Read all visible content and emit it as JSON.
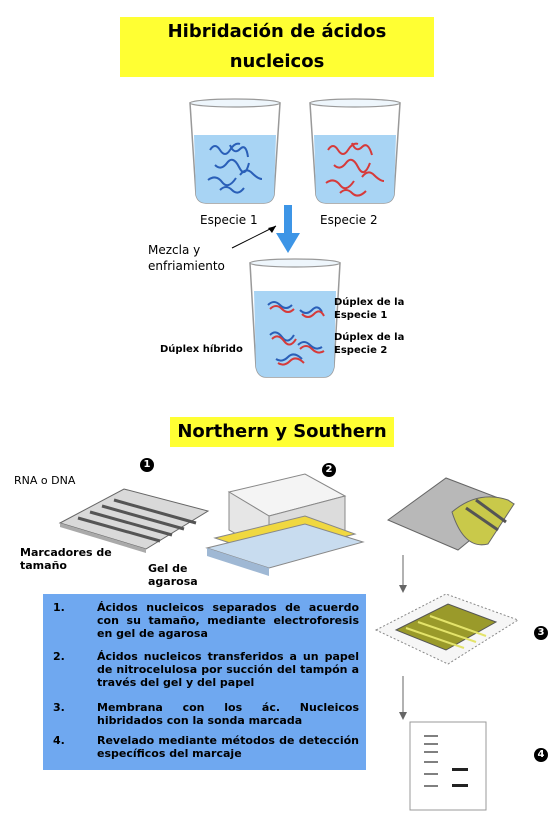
{
  "top": {
    "title": "Hibridación de ácidos nucleicos",
    "species1": "Especie 1",
    "species2": "Especie 2",
    "mix": "Mezcla y\nenfriamiento",
    "duplex1": "Dúplex de la\nEspecie 1",
    "duplex2": "Dúplex de la\nEspecie 2",
    "hybrid": "Dúplex híbrido"
  },
  "bottom": {
    "title": "Northern y Southern",
    "rna_dna": "RNA o DNA",
    "markers": "Marcadores de\ntamaño",
    "gel": "Gel de\nagarosa",
    "circle1": "1",
    "circle2": "2",
    "circle3": "3",
    "circle4": "4",
    "steps": [
      {
        "num": "1.",
        "text": "Ácidos nucleicos separados de acuerdo con su tamaño, mediante electroforesis en gel de agarosa"
      },
      {
        "num": "2.",
        "text": "Ácidos nucleicos transferidos a un papel de nitrocelulosa por succión del tampón a través del gel y del papel"
      },
      {
        "num": "3.",
        "text": "Membrana con los ác. Nucleicos hibridados con la sonda marcada"
      },
      {
        "num": "4.",
        "text": "Revelado mediante métodos de detección específicos del marcaje"
      }
    ]
  },
  "colors": {
    "banner": "#ffff33",
    "water": "#a8d4f4",
    "strand_blue": "#2a5fb8",
    "strand_red": "#d63a3a",
    "steps_box": "#6fa8f0",
    "arrow": "#3d95e6"
  }
}
